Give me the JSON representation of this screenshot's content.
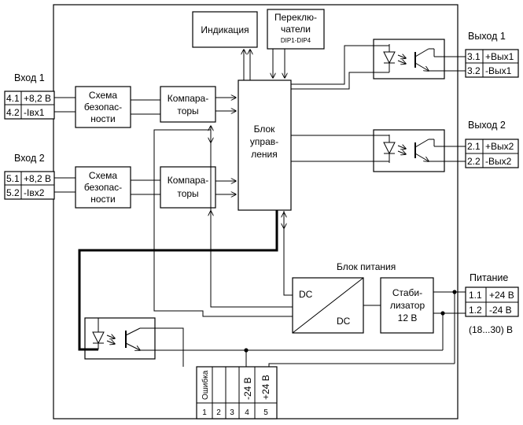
{
  "blocks": {
    "indication": "Индикация",
    "dip_line1": "Переклю-",
    "dip_line2": "чатели",
    "dip_line3": "DIP1-DIP4",
    "safety_line1": "Схема",
    "safety_line2": "безопас-",
    "safety_line3": "ности",
    "comparator_line1": "Компара-",
    "comparator_line2": "торы",
    "control_line1": "Блок",
    "control_line2": "управ-",
    "control_line3": "ления",
    "power_title": "Блок питания",
    "dc_in": "DC",
    "dc_out": "DC",
    "stab_line1": "Стаби-",
    "stab_line2": "лизатор",
    "stab_line3": "12 В"
  },
  "inputs": {
    "in1": {
      "title": "Вход 1",
      "rows": [
        {
          "num": "4.1",
          "label": "+8,2 В"
        },
        {
          "num": "4.2",
          "label": "-Iвх1"
        }
      ]
    },
    "in2": {
      "title": "Вход 2",
      "rows": [
        {
          "num": "5.1",
          "label": "+8,2 В"
        },
        {
          "num": "5.2",
          "label": "-Iвх2"
        }
      ]
    }
  },
  "outputs": {
    "out1": {
      "title": "Выход 1",
      "rows": [
        {
          "num": "3.1",
          "label": "+Вых1"
        },
        {
          "num": "3.2",
          "label": "-Вых1"
        }
      ]
    },
    "out2": {
      "title": "Выход 2",
      "rows": [
        {
          "num": "2.1",
          "label": "+Вых2"
        },
        {
          "num": "2.2",
          "label": "-Вых2"
        }
      ]
    }
  },
  "power": {
    "title": "Питание",
    "rows": [
      {
        "num": "1.1",
        "label": "+24 В"
      },
      {
        "num": "1.2",
        "label": "-24 В"
      }
    ],
    "range": "(18...30) В"
  },
  "bottom_terminals": {
    "labels": [
      "Ошибка",
      "",
      "",
      "-24 В",
      "+24 В"
    ],
    "numbers": [
      "1",
      "2",
      "3",
      "4",
      "5"
    ]
  }
}
